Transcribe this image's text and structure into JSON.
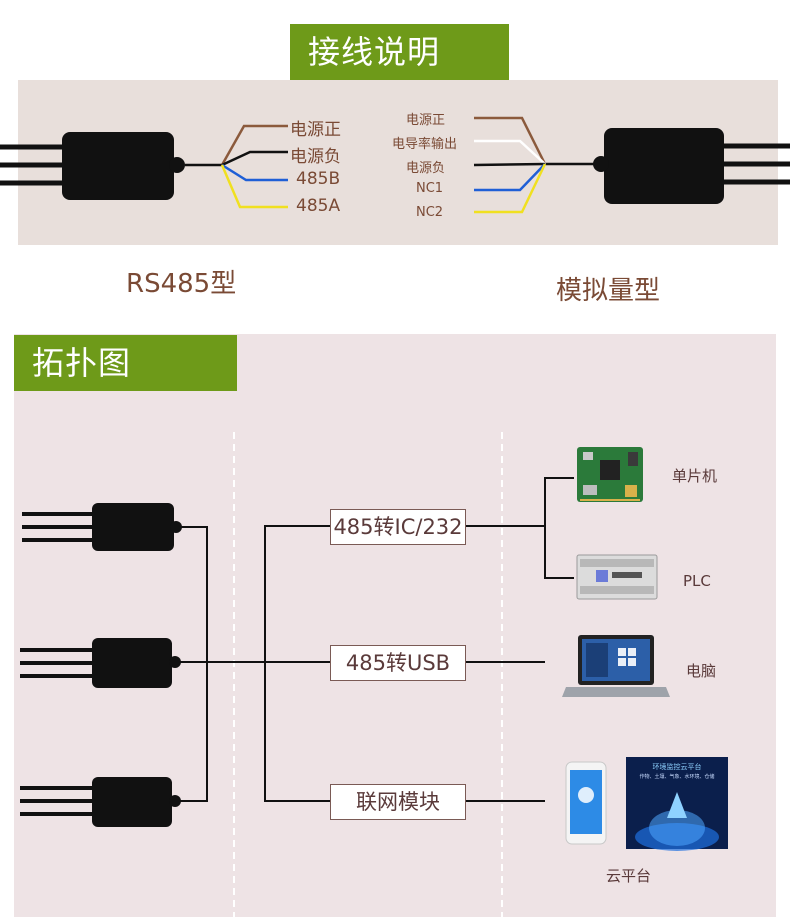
{
  "wiring": {
    "title": "接线说明",
    "rs485": {
      "label": "RS485型",
      "wires": [
        "电源正",
        "电源负",
        "485B",
        "485A"
      ],
      "colors": [
        "#8b5a3c",
        "#111111",
        "#1f5fd6",
        "#f0e020"
      ]
    },
    "analog": {
      "label": "模拟量型",
      "wires": [
        "电源正",
        "电导率输出",
        "电源负",
        "NC1",
        "NC2"
      ],
      "colors": [
        "#8b5a3c",
        "#ffffff",
        "#111111",
        "#1f5fd6",
        "#f0e020"
      ]
    }
  },
  "topology": {
    "title": "拓扑图",
    "converters": [
      "485转IC/232",
      "485转USB",
      "联网模块"
    ],
    "devices": {
      "mcu": "单片机",
      "plc": "PLC",
      "pc": "电脑",
      "cloud": "云平台",
      "cloud_screen_title": "环境监控云平台",
      "cloud_screen_menu": "作物、土壤、气象、水环境、仓储"
    }
  },
  "colors": {
    "header_bg": "#6e9a19",
    "label_text": "#7a4a35"
  }
}
